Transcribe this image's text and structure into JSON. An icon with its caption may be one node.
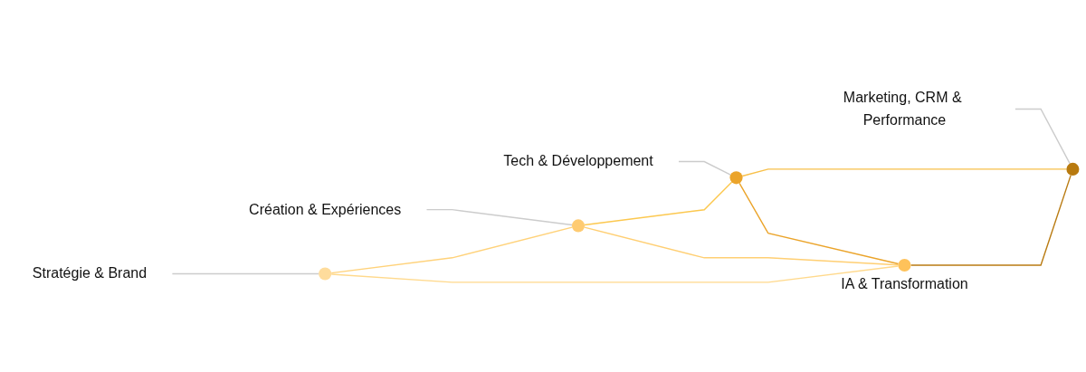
{
  "diagram": {
    "nodes": [
      {
        "text": [
          "Tech & Développement"
        ]
      },
      {
        "text": [
          "Marketing, CRM & Performance"
        ]
      },
      {
        "text": [
          "Création & Expériences"
        ]
      },
      {
        "text": [],
        "shape": "circle"
      },
      {
        "text": [],
        "shape": "circle"
      },
      {
        "text": [],
        "shape": "circle"
      },
      {
        "text": [
          "Stratégie & Brand"
        ]
      },
      {
        "text": [],
        "shape": "circle"
      },
      {
        "text": [],
        "shape": "circle",
        "beside": [
          "IA & Transformation"
        ]
      }
    ],
    "edges": [
      {
        "from": 0,
        "to": 4,
        "arrow": "none"
      },
      {
        "from": 1,
        "to": 5,
        "arrow": "none"
      },
      {
        "from": 2,
        "to": 3,
        "arrow": "none"
      },
      {
        "from": 6,
        "to": 7,
        "arrow": "none"
      },
      {
        "from": 7,
        "to": 3,
        "arrow": "none",
        "color": "#ffd27a"
      },
      {
        "from": 3,
        "to": 4,
        "arrow": "none",
        "color": "#fcc84f"
      },
      {
        "from": 4,
        "to": 5,
        "arrow": "none",
        "color": "#f8c04a"
      },
      {
        "from": 3,
        "to": 8,
        "arrow": "none",
        "color": "#ffcf73"
      },
      {
        "from": 7,
        "to": 8,
        "arrow": "none",
        "color": "#ffd98c"
      },
      {
        "from": 4,
        "to": 8,
        "arrow": "none",
        "color": "#eba42a"
      },
      {
        "from": 8,
        "to": 5,
        "arrow": "none",
        "color": "#b97b12"
      }
    ]
  }
}
